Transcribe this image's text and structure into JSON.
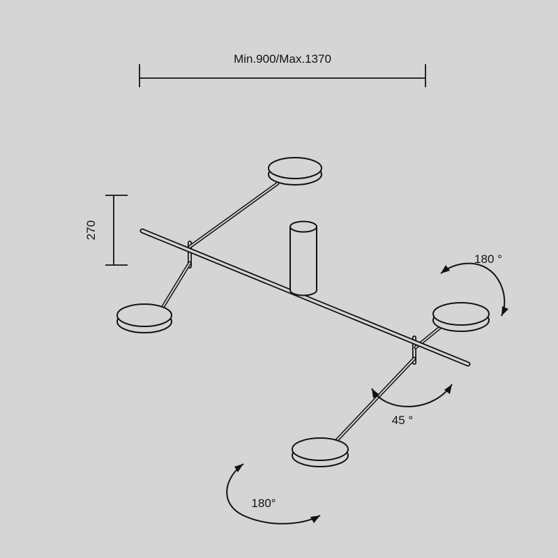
{
  "diagram": {
    "background_color": "#d5d5d5",
    "line_color": "#111111",
    "width_dimension_label": "Min.900/Max.1370",
    "height_dimension_label": "270",
    "rotation_label_right": "180 °",
    "tilt_label": "45 °",
    "rotation_label_bottom": "180°"
  }
}
